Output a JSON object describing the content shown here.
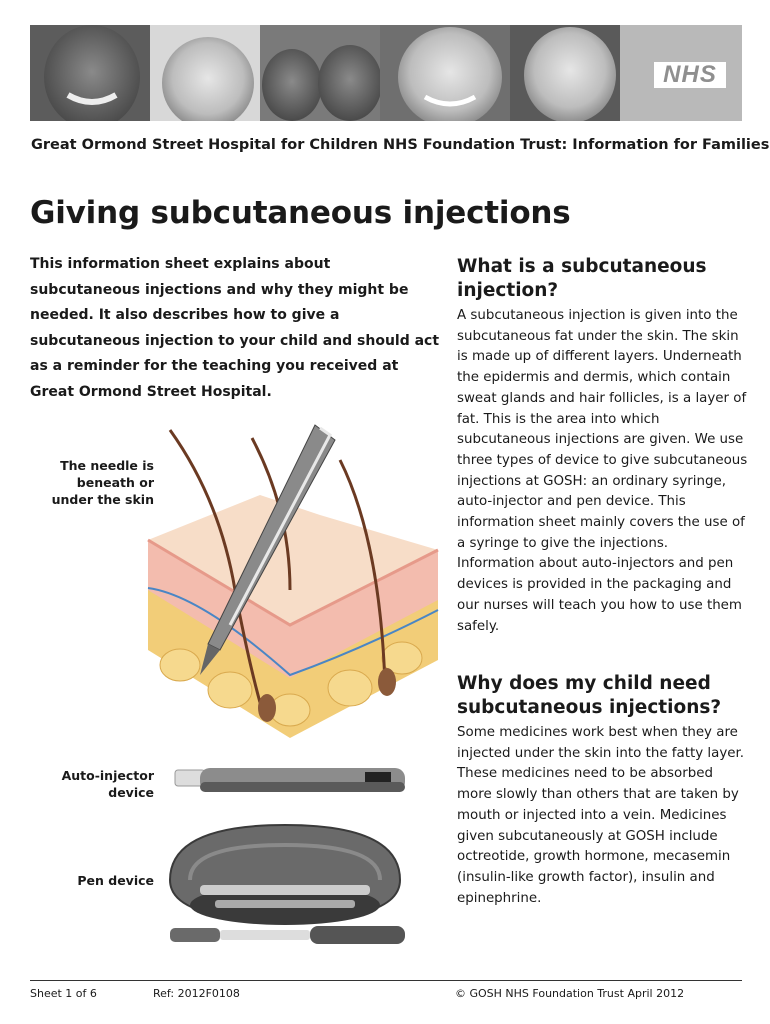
{
  "header": {
    "logo_text": "NHS",
    "org_line": "Great Ormond Street Hospital for Children NHS Foundation Trust: Information for Families"
  },
  "title": "Giving subcutaneous injections",
  "intro": "This information sheet explains about subcutaneous injections and why they might be needed. It also describes how to give a subcutaneous injection to your child and should act as a reminder for the teaching you received at Great Ormond Street Hospital.",
  "sections": [
    {
      "heading": "What is a subcutaneous injection?",
      "body": "A subcutaneous injection is given into the subcutaneous fat under the skin. The skin is made up of different layers. Underneath the epidermis and dermis, which contain sweat glands and hair follicles, is a layer of fat. This is the area into which subcutaneous injections are given. We use three types of device to give subcutaneous injections at GOSH: an ordinary syringe, auto-injector and pen device. This information sheet mainly covers the use of a syringe to give the injections. Information about auto-injectors and pen devices is provided in the packaging and our nurses will teach you how to use them safely."
    },
    {
      "heading": "Why does my child need subcutaneous injections?",
      "body": "Some medicines work best when they are injected under the skin into the fatty layer. These medicines need to be absorbed more slowly than others that are taken by mouth or injected into a vein. Medicines given subcutaneously at GOSH include octreotide, growth hormone, mecasemin (insulin-like growth factor), insulin and epinephrine."
    }
  ],
  "captions": {
    "needle": "The needle is beneath or under the skin",
    "auto_injector": "Auto-injector device",
    "pen": "Pen device"
  },
  "footer": {
    "sheet": "Sheet 1 of 6",
    "ref": "Ref: 2012F0108",
    "copyright": "© GOSH NHS Foundation Trust April 2012"
  }
}
